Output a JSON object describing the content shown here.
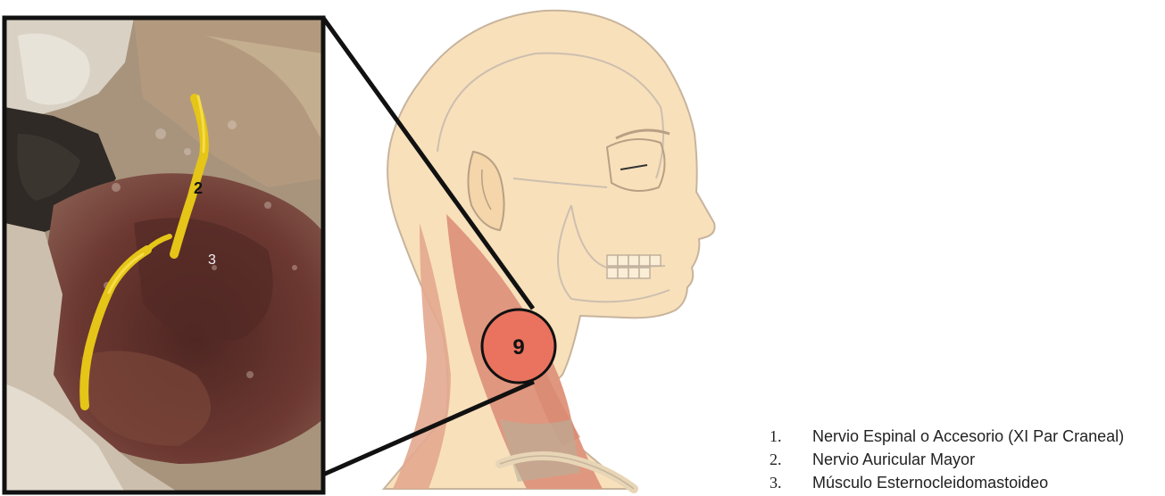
{
  "photo": {
    "labels": [
      {
        "id": "photo-label-2",
        "text": "2"
      },
      {
        "id": "photo-label-3",
        "text": "3"
      }
    ]
  },
  "marker": {
    "text": "9"
  },
  "legend": {
    "items": [
      {
        "num": "1.",
        "text": "Nervio Espinal o Accesorio (XI Par Craneal)"
      },
      {
        "num": "2.",
        "text": "Nervio Auricular Mayor"
      },
      {
        "num": "3.",
        "text": "Músculo Esternocleidomastoideo"
      }
    ]
  },
  "colors": {
    "skin": "#f8e0bb",
    "skin_outline": "#c7b49c",
    "muscle": "#e0977f",
    "marker_fill": "#e9735f",
    "nerve": "#e5c517",
    "tissue": "#6f3a33",
    "frame": "#111111"
  }
}
